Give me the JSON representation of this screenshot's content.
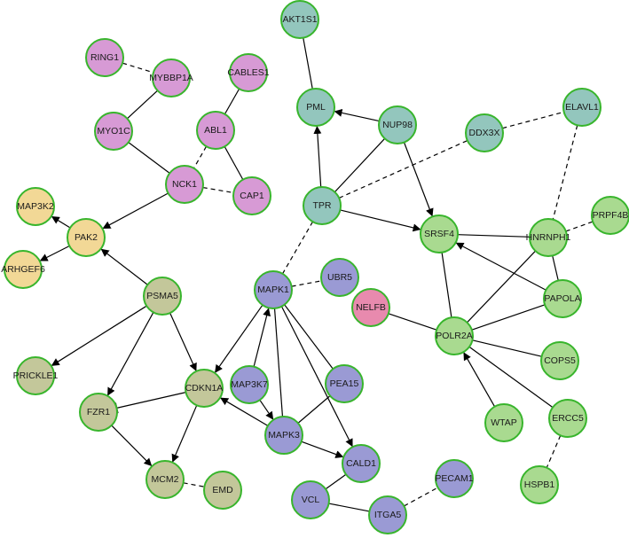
{
  "colors": {
    "node_stroke": "#38b52c",
    "edge": "#000000",
    "purple": "#d79ad5",
    "yellow": "#f2d896",
    "teal": "#93c6bd",
    "light_green": "#a9da90",
    "blue": "#9a9ad4",
    "olive": "#c3c79a",
    "pink": "#e88aae"
  },
  "nodes": [
    {
      "id": "AKT1S1",
      "label": "AKT1S1",
      "color": "teal"
    },
    {
      "id": "RING1",
      "label": "RING1",
      "color": "purple"
    },
    {
      "id": "MYBBP1A",
      "label": "MYBBP1A",
      "color": "purple"
    },
    {
      "id": "CABLES1",
      "label": "CABLES1",
      "color": "purple"
    },
    {
      "id": "PML",
      "label": "PML",
      "color": "teal"
    },
    {
      "id": "NUP98",
      "label": "NUP98",
      "color": "teal"
    },
    {
      "id": "ELAVL1",
      "label": "ELAVL1",
      "color": "teal"
    },
    {
      "id": "DDX3X",
      "label": "DDX3X",
      "color": "teal"
    },
    {
      "id": "MYO1C",
      "label": "MYO1C",
      "color": "purple"
    },
    {
      "id": "ABL1",
      "label": "ABL1",
      "color": "purple"
    },
    {
      "id": "NCK1",
      "label": "NCK1",
      "color": "purple"
    },
    {
      "id": "CAP1",
      "label": "CAP1",
      "color": "purple"
    },
    {
      "id": "MAP3K2",
      "label": "MAP3K2",
      "color": "yellow"
    },
    {
      "id": "TPR",
      "label": "TPR",
      "color": "teal"
    },
    {
      "id": "SRSF4",
      "label": "SRSF4",
      "color": "light_green"
    },
    {
      "id": "HNRNPH1",
      "label": "HNRNPH1",
      "color": "light_green"
    },
    {
      "id": "PRPF4B",
      "label": "PRPF4B",
      "color": "light_green"
    },
    {
      "id": "PAK2",
      "label": "PAK2",
      "color": "yellow"
    },
    {
      "id": "ARHGEF6",
      "label": "ARHGEF6",
      "color": "yellow"
    },
    {
      "id": "PSMA5",
      "label": "PSMA5",
      "color": "olive"
    },
    {
      "id": "MAPK1",
      "label": "MAPK1",
      "color": "blue"
    },
    {
      "id": "UBR5",
      "label": "UBR5",
      "color": "blue"
    },
    {
      "id": "NELFB",
      "label": "NELFB",
      "color": "pink"
    },
    {
      "id": "PAPOLA",
      "label": "PAPOLA",
      "color": "light_green"
    },
    {
      "id": "POLR2A",
      "label": "POLR2A",
      "color": "light_green"
    },
    {
      "id": "PRICKLE1",
      "label": "PRICKLE1",
      "color": "olive"
    },
    {
      "id": "CDKN1A",
      "label": "CDKN1A",
      "color": "olive"
    },
    {
      "id": "MAP3K7",
      "label": "MAP3K7",
      "color": "blue"
    },
    {
      "id": "PEA15",
      "label": "PEA15",
      "color": "blue"
    },
    {
      "id": "COPS5",
      "label": "COPS5",
      "color": "light_green"
    },
    {
      "id": "FZR1",
      "label": "FZR1",
      "color": "olive"
    },
    {
      "id": "MAPK3",
      "label": "MAPK3",
      "color": "blue"
    },
    {
      "id": "WTAP",
      "label": "WTAP",
      "color": "light_green"
    },
    {
      "id": "ERCC5",
      "label": "ERCC5",
      "color": "light_green"
    },
    {
      "id": "CALD1",
      "label": "CALD1",
      "color": "blue"
    },
    {
      "id": "MCM2",
      "label": "MCM2",
      "color": "olive"
    },
    {
      "id": "EMD",
      "label": "EMD",
      "color": "olive"
    },
    {
      "id": "PECAM1",
      "label": "PECAM1",
      "color": "blue"
    },
    {
      "id": "VCL",
      "label": "VCL",
      "color": "blue"
    },
    {
      "id": "ITGA5",
      "label": "ITGA5",
      "color": "blue"
    },
    {
      "id": "HSPB1",
      "label": "HSPB1",
      "color": "light_green"
    }
  ],
  "edges": [
    {
      "source": "RING1",
      "target": "MYBBP1A",
      "style": "dashed",
      "end": "none"
    },
    {
      "source": "MYBBP1A",
      "target": "MYO1C",
      "style": "solid",
      "end": "none"
    },
    {
      "source": "MYO1C",
      "target": "NCK1",
      "style": "solid",
      "end": "none"
    },
    {
      "source": "CABLES1",
      "target": "ABL1",
      "style": "solid",
      "end": "none"
    },
    {
      "source": "ABL1",
      "target": "NCK1",
      "style": "dashed",
      "end": "none"
    },
    {
      "source": "ABL1",
      "target": "CAP1",
      "style": "solid",
      "end": "none"
    },
    {
      "source": "NCK1",
      "target": "CAP1",
      "style": "dashed",
      "end": "none"
    },
    {
      "source": "NCK1",
      "target": "PAK2",
      "style": "solid",
      "end": "arrow"
    },
    {
      "source": "PAK2",
      "target": "MAP3K2",
      "style": "solid",
      "end": "arrow"
    },
    {
      "source": "PAK2",
      "target": "ARHGEF6",
      "style": "solid",
      "end": "arrow"
    },
    {
      "source": "PSMA5",
      "target": "PAK2",
      "style": "solid",
      "end": "arrow"
    },
    {
      "source": "PSMA5",
      "target": "PRICKLE1",
      "style": "solid",
      "end": "arrow"
    },
    {
      "source": "PSMA5",
      "target": "FZR1",
      "style": "solid",
      "end": "arrow"
    },
    {
      "source": "PSMA5",
      "target": "CDKN1A",
      "style": "solid",
      "end": "arrow"
    },
    {
      "source": "CDKN1A",
      "target": "FZR1",
      "style": "solid",
      "end": "tee"
    },
    {
      "source": "CDKN1A",
      "target": "MCM2",
      "style": "solid",
      "end": "arrow"
    },
    {
      "source": "FZR1",
      "target": "MCM2",
      "style": "solid",
      "end": "arrow"
    },
    {
      "source": "MCM2",
      "target": "EMD",
      "style": "dashed",
      "end": "none"
    },
    {
      "source": "AKT1S1",
      "target": "PML",
      "style": "solid",
      "end": "none"
    },
    {
      "source": "NUP98",
      "target": "PML",
      "style": "solid",
      "end": "arrow"
    },
    {
      "source": "TPR",
      "target": "PML",
      "style": "solid",
      "end": "arrow"
    },
    {
      "source": "TPR",
      "target": "NUP98",
      "style": "solid",
      "end": "none"
    },
    {
      "source": "NUP98",
      "target": "SRSF4",
      "style": "solid",
      "end": "arrow"
    },
    {
      "source": "TPR",
      "target": "SRSF4",
      "style": "solid",
      "end": "arrow"
    },
    {
      "source": "TPR",
      "target": "DDX3X",
      "style": "dashed",
      "end": "none"
    },
    {
      "source": "DDX3X",
      "target": "ELAVL1",
      "style": "dashed",
      "end": "none"
    },
    {
      "source": "ELAVL1",
      "target": "HNRNPH1",
      "style": "dashed",
      "end": "none"
    },
    {
      "source": "HNRNPH1",
      "target": "PRPF4B",
      "style": "dashed",
      "end": "none"
    },
    {
      "source": "SRSF4",
      "target": "HNRNPH1",
      "style": "solid",
      "end": "none"
    },
    {
      "source": "HNRNPH1",
      "target": "PAPOLA",
      "style": "solid",
      "end": "none"
    },
    {
      "source": "HNRNPH1",
      "target": "POLR2A",
      "style": "solid",
      "end": "none"
    },
    {
      "source": "PAPOLA",
      "target": "SRSF4",
      "style": "solid",
      "end": "arrow"
    },
    {
      "source": "SRSF4",
      "target": "POLR2A",
      "style": "solid",
      "end": "none"
    },
    {
      "source": "PAPOLA",
      "target": "POLR2A",
      "style": "solid",
      "end": "none"
    },
    {
      "source": "NELFB",
      "target": "POLR2A",
      "style": "solid",
      "end": "none"
    },
    {
      "source": "POLR2A",
      "target": "COPS5",
      "style": "solid",
      "end": "none"
    },
    {
      "source": "POLR2A",
      "target": "ERCC5",
      "style": "solid",
      "end": "none"
    },
    {
      "source": "WTAP",
      "target": "POLR2A",
      "style": "solid",
      "end": "arrow"
    },
    {
      "source": "ERCC5",
      "target": "HSPB1",
      "style": "dashed",
      "end": "none"
    },
    {
      "source": "TPR",
      "target": "MAPK1",
      "style": "dashed",
      "end": "none"
    },
    {
      "source": "MAPK1",
      "target": "UBR5",
      "style": "dashed",
      "end": "none"
    },
    {
      "source": "MAPK1",
      "target": "CDKN1A",
      "style": "solid",
      "end": "arrow"
    },
    {
      "source": "MAP3K7",
      "target": "MAPK1",
      "style": "solid",
      "end": "arrow"
    },
    {
      "source": "MAPK1",
      "target": "MAPK3",
      "style": "solid",
      "end": "none"
    },
    {
      "source": "MAPK1",
      "target": "PEA15",
      "style": "solid",
      "end": "none"
    },
    {
      "source": "MAPK1",
      "target": "CALD1",
      "style": "solid",
      "end": "arrow"
    },
    {
      "source": "MAP3K7",
      "target": "MAPK3",
      "style": "solid",
      "end": "arrow"
    },
    {
      "source": "MAPK3",
      "target": "PEA15",
      "style": "solid",
      "end": "none"
    },
    {
      "source": "MAPK3",
      "target": "CDKN1A",
      "style": "solid",
      "end": "arrow"
    },
    {
      "source": "MAPK3",
      "target": "CALD1",
      "style": "solid",
      "end": "arrow"
    },
    {
      "source": "CALD1",
      "target": "VCL",
      "style": "solid",
      "end": "none"
    },
    {
      "source": "VCL",
      "target": "ITGA5",
      "style": "solid",
      "end": "none"
    },
    {
      "source": "ITGA5",
      "target": "PECAM1",
      "style": "dashed",
      "end": "none"
    }
  ]
}
